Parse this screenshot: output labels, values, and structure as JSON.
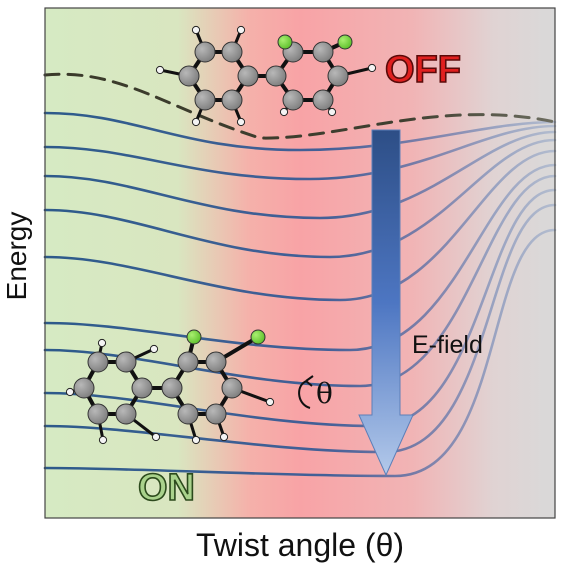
{
  "axes": {
    "xlabel": "Twist angle (θ)",
    "ylabel": "Energy"
  },
  "labels": {
    "off": "OFF",
    "on": "ON",
    "field": "E-field",
    "theta": "θ"
  },
  "colors": {
    "region_left": "#d7ebc4",
    "region_mid": "#f7a6a8",
    "region_right": "#d9d9d9",
    "curve": "#2f5b8c",
    "curve_dashed": "#3f3f2b",
    "off_fill": "#e51d1d",
    "on_fill": "#a8d08d",
    "atom_carbon": "#8c8c8c",
    "atom_halogen": "#7ed04b",
    "arrow_top": "#2e4f86",
    "arrow_bottom": "#a9c2e6"
  }
}
